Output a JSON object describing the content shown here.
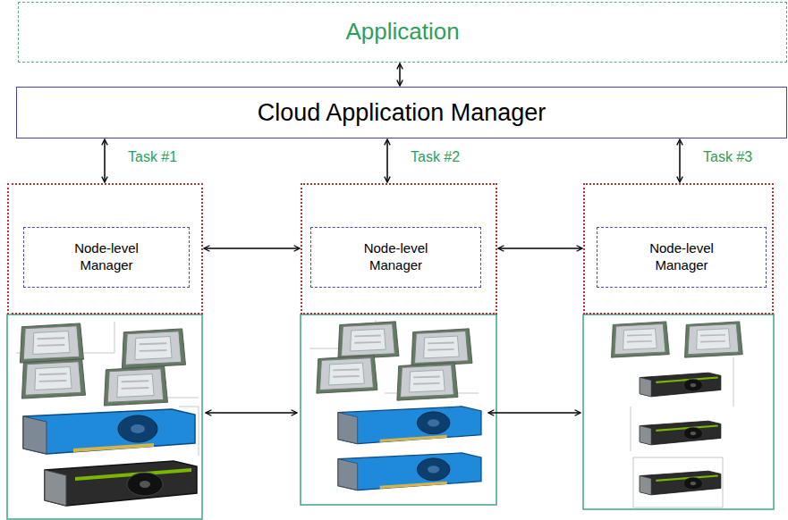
{
  "diagram": {
    "nodes": [
      {
        "text": [
          "Application"
        ]
      },
      {
        "text": [
          "Cloud Application Manager"
        ]
      },
      {
        "text": [
          "Node-level Manager"
        ]
      },
      {
        "text": [
          "Node-level Manager"
        ]
      },
      {
        "text": [
          "Node-level Manager"
        ]
      }
    ],
    "edges": [
      {
        "from": 0,
        "to": 1,
        "arrow": "both"
      },
      {
        "from": 1,
        "to": 2,
        "arrow": "both",
        "label": "Task #1"
      },
      {
        "from": 1,
        "to": 3,
        "arrow": "both",
        "label": "Task #2"
      },
      {
        "from": 1,
        "to": 4,
        "arrow": "both",
        "label": "Task #3"
      },
      {
        "from": 2,
        "to": 3,
        "arrow": "both"
      },
      {
        "from": 3,
        "to": 4,
        "arrow": "both"
      }
    ]
  }
}
